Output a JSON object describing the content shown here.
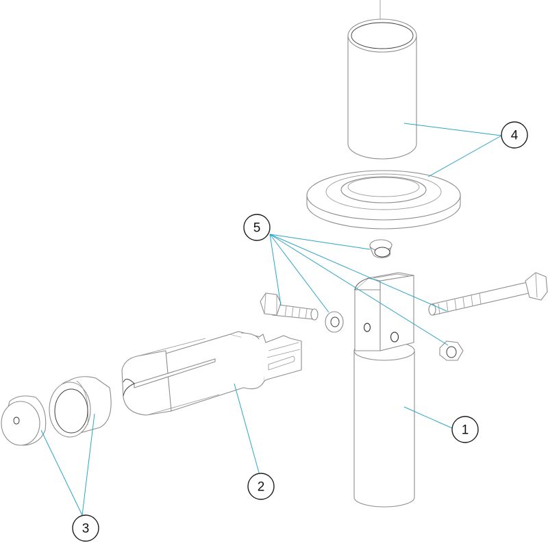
{
  "diagram": {
    "leader_color": "#29a3c8",
    "callouts": [
      {
        "id": "1",
        "label": "1"
      },
      {
        "id": "2",
        "label": "2"
      },
      {
        "id": "3",
        "label": "3"
      },
      {
        "id": "4",
        "label": "4"
      },
      {
        "id": "5",
        "label": "5"
      }
    ]
  }
}
